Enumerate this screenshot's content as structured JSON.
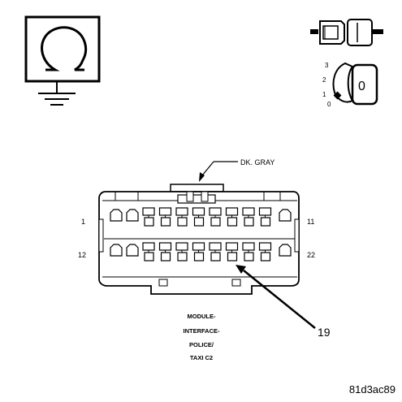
{
  "ohmmeter_icon": "ohm-ground-symbol-icon",
  "connector_icon": "connector-plug-icon",
  "ignition_icon": "ignition-key-icon",
  "ignition": {
    "positions": [
      "3",
      "2",
      "1",
      "0"
    ],
    "key_label": "0"
  },
  "connector": {
    "color_label": "DK. GRAY",
    "pin_numbers": {
      "top_left": "1",
      "top_right": "11",
      "bottom_left": "12",
      "bottom_right": "22"
    },
    "callout": "19",
    "caption_lines": [
      "MODULE-",
      "INTERFACE-",
      "POLICE/",
      "TAXI C2"
    ]
  },
  "figure_id": "81d3ac89"
}
